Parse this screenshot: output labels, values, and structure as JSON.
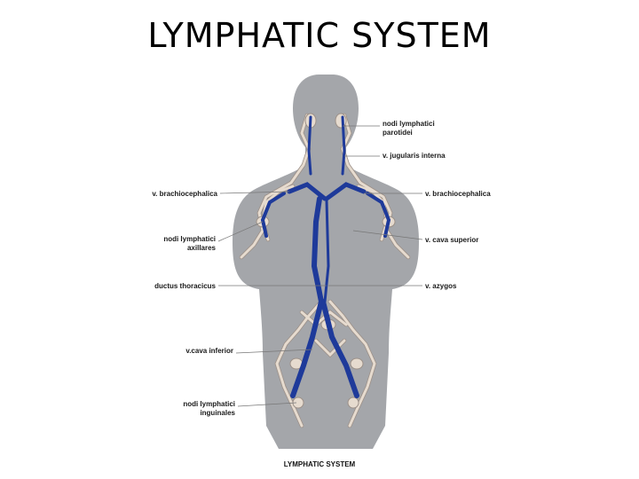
{
  "title": "LYMPHATIC SYSTEM",
  "caption": "LYMPHATIC SYSTEM",
  "labels": {
    "nodi_parotidei_1": "nodi lymphatici",
    "nodi_parotidei_2": "parotidei",
    "jugularis": "v. jugularis interna",
    "brachio_left": "v. brachiocephalica",
    "brachio_right": "v. brachiocephalica",
    "axillares_1": "nodi lymphatici",
    "axillares_2": "axillares",
    "cava_sup": "v. cava superior",
    "ductus": "ductus thoracicus",
    "azygos": "v. azygos",
    "cava_inf": "v.cava inferior",
    "inguinales_1": "nodi lymphatici",
    "inguinales_2": "inguinales"
  },
  "colors": {
    "body": "#a4a6aa",
    "vein": "#1e3a9a",
    "lymph": "#e6dbcf"
  }
}
